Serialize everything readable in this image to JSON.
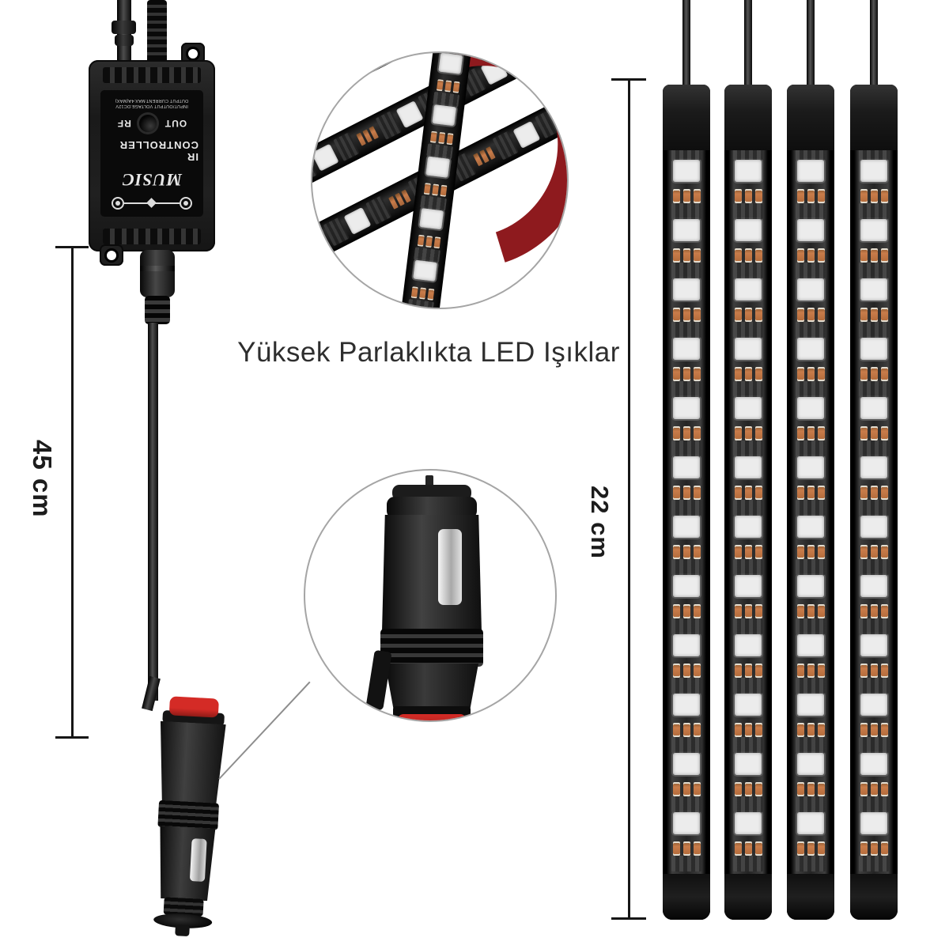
{
  "title": {
    "text": "Yüksek Parlaklıkta LED Işıklar",
    "color": "#2e2e2e"
  },
  "measurements": {
    "cable": {
      "label": "45 cm"
    },
    "strip": {
      "label": "22 cm"
    }
  },
  "controller": {
    "brand": "MUSIC",
    "name": "IR CONTROLLER",
    "ports": {
      "out": "OUT",
      "rf": "RF"
    },
    "specs": [
      "INPUT/OUTPUT VOLTAGE:DC12V",
      "OUTPUT CURRENT:MAX:4A(MAX)"
    ]
  },
  "led_strips": {
    "count": 4,
    "segments_per_strip": 12,
    "colors": {
      "body": "#131313",
      "led": "#ececec",
      "resistor": "#c97c4a",
      "pad": "#4a4a4a"
    }
  },
  "insets": {
    "strip_closeup": {
      "adhesive_color": "#8e1a1e",
      "diagonal_strips": 3,
      "leds_per_closeup_strip": 5
    },
    "plug_closeup": {
      "accent_color": "#d42b26"
    }
  }
}
